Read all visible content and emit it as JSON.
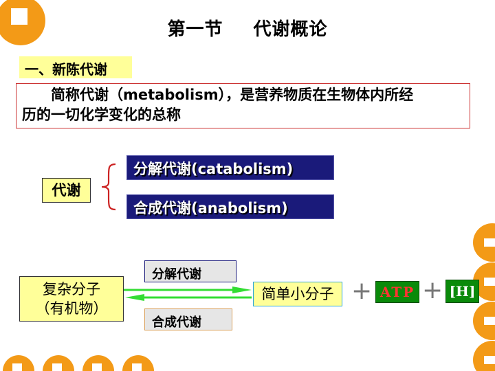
{
  "title": {
    "part1": "第一节",
    "part2": "代谢概论"
  },
  "section": {
    "heading": "一、新陈代谢"
  },
  "definition": {
    "line1": "简称代谢（metabolism），是营养物质在生物体内所经",
    "line2": "历的一切化学变化的总称"
  },
  "classification": {
    "root": "代谢",
    "branch_top": "分解代谢(catabolism)",
    "branch_bottom": "合成代谢(anabolism)"
  },
  "flow": {
    "left_line1": "复杂分子",
    "left_line2": "（有机物）",
    "right": "简单小分子",
    "top_label": "分解代谢",
    "bottom_label": "合成代谢",
    "plus_sign": "+",
    "atp": "ATP",
    "h": "[H]"
  },
  "colors": {
    "decoration_orange": "#f39a17",
    "highlight_yellow": "#ffff99",
    "navy": "#1a1a7a",
    "arrow_green": "#33dd33",
    "atp_red": "#ff3333",
    "green_box": "#0a8a0a"
  }
}
